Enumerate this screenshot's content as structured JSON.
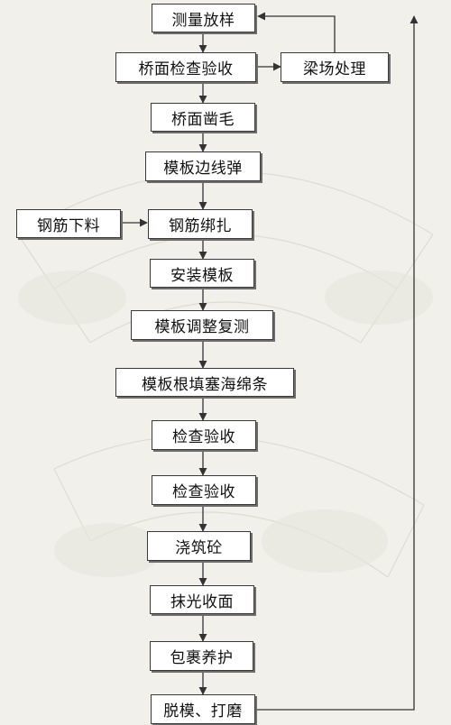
{
  "nodes": {
    "n1": "测量放样",
    "n2": "桥面检查验收",
    "n3": "梁场处理",
    "n4": "桥面凿毛",
    "n5": "模板边线弹",
    "n6": "钢筋下料",
    "n7": "钢筋绑扎",
    "n8": "安装模板",
    "n9": "模板调整复测",
    "n10": "模板根填塞海绵条",
    "n11": "检查验收",
    "n12": "检查验收",
    "n13": "浇筑砼",
    "n14": "抹光收面",
    "n15": "包裹养护",
    "n16": "脱模、打磨"
  },
  "colors": {
    "background": "#f1f0ea",
    "box_border": "#3a3a3a",
    "connector": "#333333"
  }
}
